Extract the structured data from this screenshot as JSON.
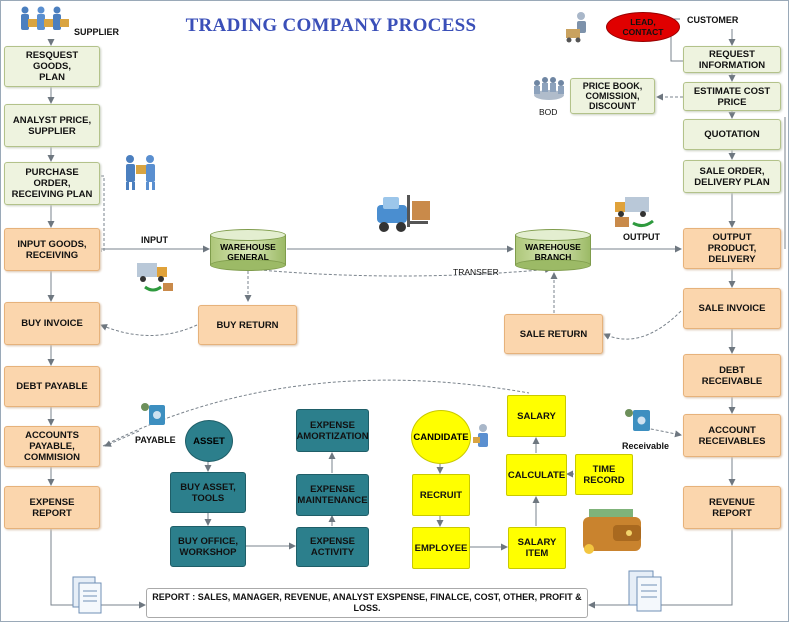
{
  "title": "TRADING COMPANY PROCESS",
  "colors": {
    "title": "#3a4fb8",
    "green_box": "#eef3df",
    "orange_box": "#fbd6ad",
    "teal_box": "#2c7f8c",
    "yellow_box": "#ffff00",
    "lead_contact": "#e00000",
    "warehouse": "#b8cf88"
  },
  "labels": {
    "supplier": "SUPPLIER",
    "customer": "CUSTOMER",
    "bod": "BOD",
    "input": "INPUT",
    "output": "OUTPUT",
    "transfer": "TRANSFER",
    "payable": "PAYABLE",
    "receivable": "Receivable"
  },
  "left_column": {
    "request_goods": "RESQUEST GOODS,\nPLAN",
    "analyst_price": "ANALYST PRICE,\nSUPPLIER",
    "purchase_order": "PURCHASE ORDER,\nRECEIVING PLAN",
    "input_goods": "INPUT GOODS,\nRECEIVING",
    "buy_invoice": "BUY INVOICE",
    "debt_payable": "DEBT PAYABLE",
    "accounts_payable": "ACCOUNTS PAYABLE,\nCOMMISION",
    "expense_report": "EXPENSE REPORT"
  },
  "right_column": {
    "lead_contact": "LEAD,\nCONTACT",
    "request_information": "REQUEST\nINFORMATION",
    "estimate_cost_price": "ESTIMATE COST PRICE",
    "quotation": "QUOTATION",
    "sale_order": "SALE ORDER,\nDELIVERY PLAN",
    "output_product": "OUTPUT PRODUCT,\nDELIVERY",
    "sale_invoice": "SALE INVOICE",
    "debt_receivable": "DEBT RECEIVABLE",
    "account_receivables": "ACCOUNT\nRECEIVABLES",
    "revenue_report": "REVENUE REPORT"
  },
  "middle": {
    "price_book": "PRICE BOOK,\nCOMISSION,\nDISCOUNT",
    "warehouse_general": "WAREHOUSE\nGENERAL",
    "warehouse_branch": "WAREHOUSE\nBRANCH",
    "buy_return": "BUY RETURN",
    "sale_return": "SALE RETURN"
  },
  "assets": {
    "asset": "ASSET",
    "buy_asset_tools": "BUY ASSET,\nTOOLS",
    "buy_office_workshop": "BUY OFFICE,\nWORKSHOP",
    "expense_amortization": "EXPENSE\nAMORTIZATION",
    "expense_maintenance": "EXPENSE\nMAINTENANCE",
    "expense_activity": "EXPENSE\nACTIVITY"
  },
  "hr": {
    "candidate": "CANDIDATE",
    "recruit": "RECRUIT",
    "employee": "EMPLOYEE",
    "salary_item": "SALARY\nITEM",
    "calculate": "CALCULATE",
    "time_record": "TIME\nRECORD",
    "salary": "SALARY"
  },
  "report": "REPORT : SALES, MANAGER, REVENUE, ANALYST EXSPENSE, FINALCE, COST, OTHER, PROFIT & LOSS."
}
